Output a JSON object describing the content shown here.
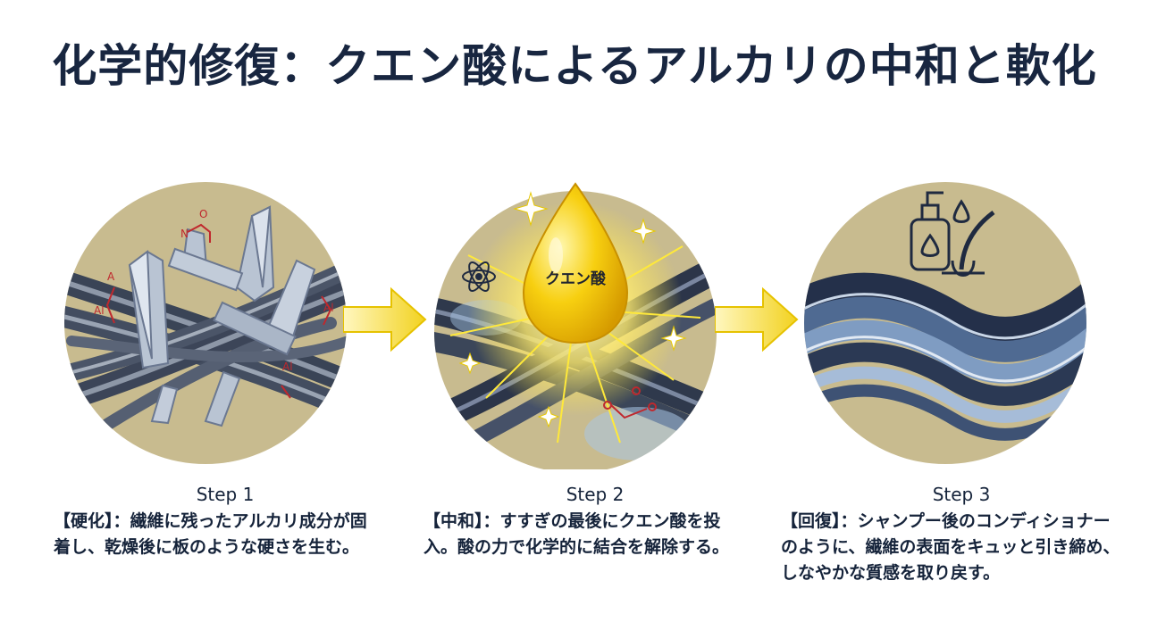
{
  "title": "化学的修復：クエン酸によるアルカリの中和と軟化",
  "steps": [
    {
      "label": "Step 1",
      "description": "【硬化】：繊維に残ったアルカリ成分が固着し、乾燥後に板のような硬さを生む。",
      "illustration_labels": [
        "N",
        "O",
        "A",
        "Al",
        "Al",
        "Al"
      ]
    },
    {
      "label": "Step 2",
      "description": "【中和】：すすぎの最後にクエン酸を投入。酸の力で化学的に結合を解除する。",
      "drop_label": "クエン酸"
    },
    {
      "label": "Step 3",
      "description": "【回復】：シャンプー後のコンディショナーのように、繊維の表面をキュッと引き締め、しなやかな質感を取り戻す。"
    }
  ],
  "colors": {
    "circle_fill": "#c8bb8f",
    "fiber_dark": "#3a4456",
    "fiber_blue": "#6f88ab",
    "crystal": "#b9c4d3",
    "arrow_yellow": "#f5d832",
    "drop_yellow": "#f2c300",
    "chem_red": "#c0282d",
    "title_navy": "#182640"
  },
  "icons": [
    "crystal-icon",
    "atom-icon",
    "sparkle-icon",
    "pump-bottle-icon",
    "water-drop-icon",
    "hair-follicle-icon",
    "arrow-right-icon"
  ]
}
